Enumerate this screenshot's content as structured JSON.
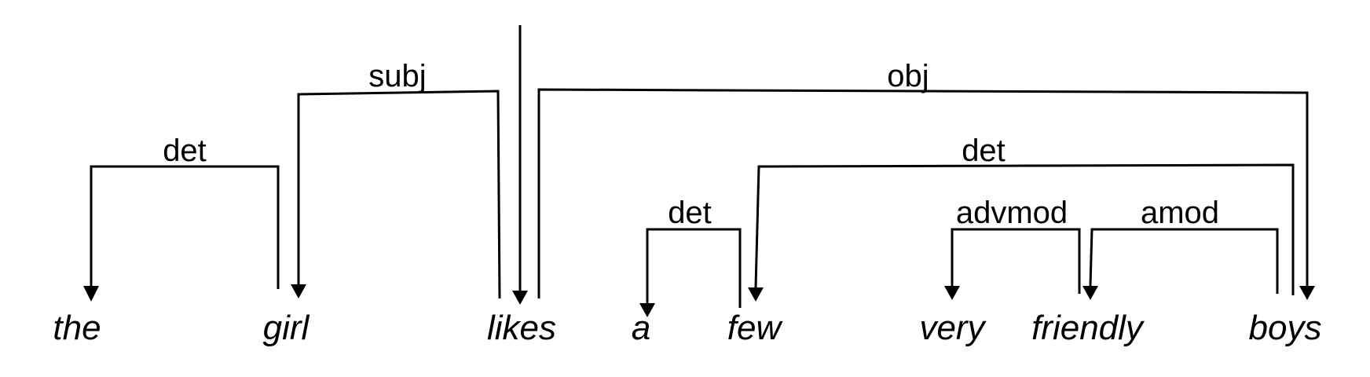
{
  "words": [
    "the",
    "girl",
    "likes",
    "a",
    "few",
    "very",
    "friendly",
    "boys"
  ],
  "root": {
    "target": "likes"
  },
  "arcs": [
    {
      "label": "det",
      "head": "girl",
      "dependent": "the"
    },
    {
      "label": "subj",
      "head": "likes",
      "dependent": "girl"
    },
    {
      "label": "obj",
      "head": "likes",
      "dependent": "boys"
    },
    {
      "label": "det",
      "head": "boys",
      "dependent": "few"
    },
    {
      "label": "det",
      "head": "few",
      "dependent": "a"
    },
    {
      "label": "advmod",
      "head": "friendly",
      "dependent": "very"
    },
    {
      "label": "amod",
      "head": "boys",
      "dependent": "friendly"
    }
  ],
  "colors": {
    "ink": "#000000",
    "background": "#ffffff"
  }
}
